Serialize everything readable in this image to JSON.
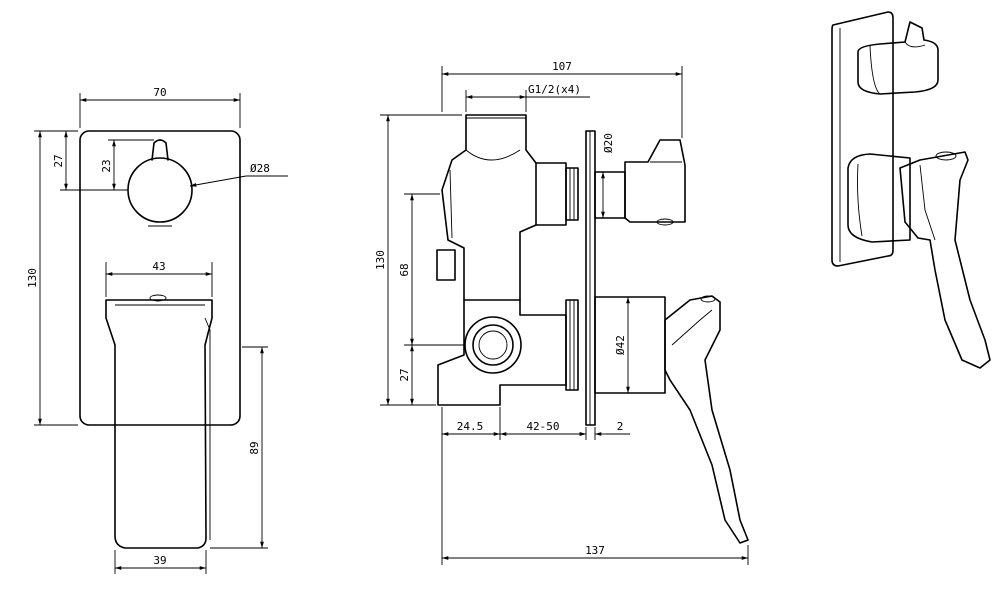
{
  "front_view": {
    "width": "70",
    "height": "130",
    "knob_offset": "27",
    "knob_center": "23",
    "knob_diameter": "Ø28",
    "lever_width": "43",
    "lever_length": "89",
    "lever_tip_width": "39"
  },
  "side_view": {
    "overall_depth": "107",
    "thread": "G1/2(x4)",
    "diverter_diameter": "Ø20",
    "body_height": "130",
    "outlet_spacing": "68",
    "outlet_offset": "27",
    "cartridge_diameter": "Ø42",
    "body_offset": "24.5",
    "wall_depth_range": "42-50",
    "plate_thickness": "2",
    "overall_length": "137"
  }
}
